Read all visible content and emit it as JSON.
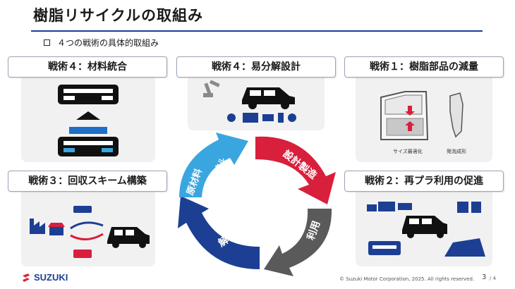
{
  "page": {
    "title": "樹脂リサイクルの取組み",
    "subtitle": "４つの戦術の具体的取組み"
  },
  "strategies": {
    "s4_material": "戦術４：材料統合",
    "s4_disassembly": "戦術４：易分解設計",
    "s1_reduction": "戦術１：樹脂部品の減量",
    "s3_collection": "戦術３：回収スキーム構築",
    "s2_reuse": "戦術２：再プラ利用の促進"
  },
  "captions": {
    "size_opt": "サイズ最適化",
    "foam": "発泡成形"
  },
  "cycle": {
    "design_manufacturing": "設計製造",
    "use": "利用",
    "dismantling": "解体",
    "raw_material": "原材料",
    "recycle": "リサイクル",
    "colors": {
      "red": "#d81f3c",
      "gray": "#5a5a5a",
      "navy": "#1c3f94",
      "lightblue": "#3aa6e0",
      "blue": "#1e4fa8"
    }
  },
  "footer": {
    "brand": "SUZUKI",
    "copyright": "© Suzuki Motor Corporation, 2025. All rights reserved.",
    "page_number": "3",
    "page_total": "/ 4"
  }
}
